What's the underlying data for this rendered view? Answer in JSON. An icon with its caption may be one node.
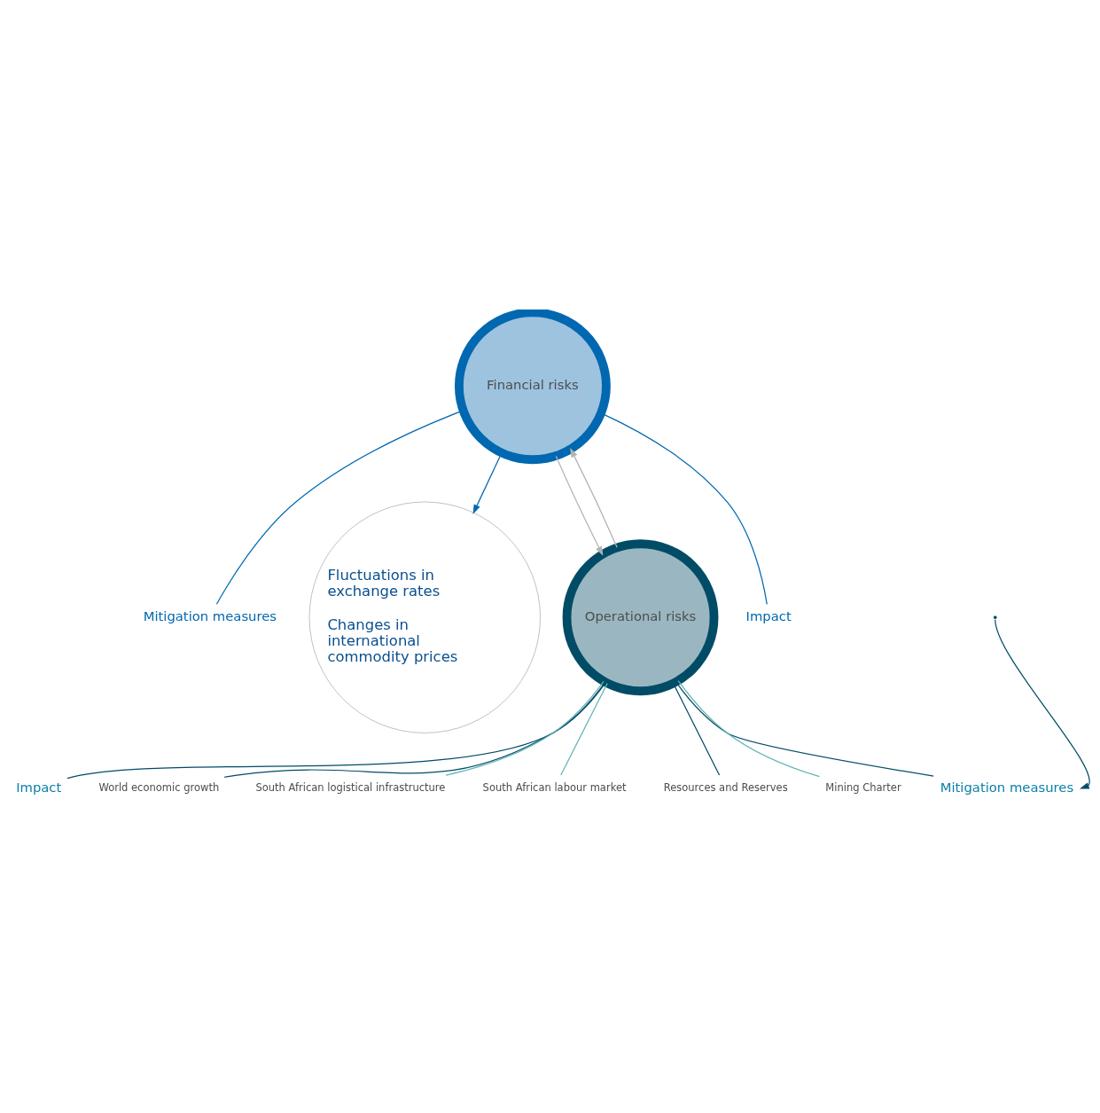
{
  "diagram": {
    "nodes": [
      {
        "text": [
          "Financial risks"
        ]
      },
      {
        "text": [
          "Impact"
        ]
      },
      {
        "text": [
          "Mitigation measures"
        ]
      },
      {
        "text": [
          "Fluctuations in exchange rates",
          "Changes in international commodity prices"
        ]
      },
      {
        "text": [
          "Operational risks"
        ]
      },
      {
        "text": [
          "Impact"
        ]
      },
      {
        "text": [
          "Mitigation measures"
        ]
      },
      {
        "text": [
          "World economic growth"
        ]
      },
      {
        "text": [
          "South African logistical infrastructure"
        ]
      },
      {
        "text": [
          "South African labour market"
        ]
      },
      {
        "text": [
          "Resources and Reserves"
        ]
      },
      {
        "text": [
          "Mining Charter"
        ]
      }
    ],
    "edges": [
      {
        "from": 0,
        "to": 1,
        "arrow": "none",
        "color": "#0068b0"
      },
      {
        "from": 0,
        "to": 2,
        "arrow": "none",
        "color": "#0068b0"
      },
      {
        "from": 0,
        "to": 3,
        "arrow": "to",
        "color": "#0068b0"
      },
      {
        "from": 0,
        "to": 4,
        "arrow": "to",
        "color": "#b3b3b3"
      },
      {
        "from": 4,
        "to": 0,
        "arrow": "to",
        "color": "#b3b3b3"
      },
      {
        "from": 4,
        "to": 5,
        "arrow": "none"
      },
      {
        "from": 4,
        "to": 6,
        "arrow": "none"
      },
      {
        "from": 4,
        "to": 7,
        "arrow": "none"
      },
      {
        "from": 4,
        "to": 8,
        "arrow": "none",
        "color": "#5fb3b3"
      },
      {
        "from": 4,
        "to": 9,
        "arrow": "none",
        "color": "#5fb3b3"
      },
      {
        "from": 4,
        "to": 10,
        "arrow": "none"
      },
      {
        "from": 4,
        "to": 11,
        "arrow": "none",
        "color": "#5fb3b3"
      },
      {
        "from": null,
        "to": 6,
        "arrow": "to"
      }
    ]
  }
}
